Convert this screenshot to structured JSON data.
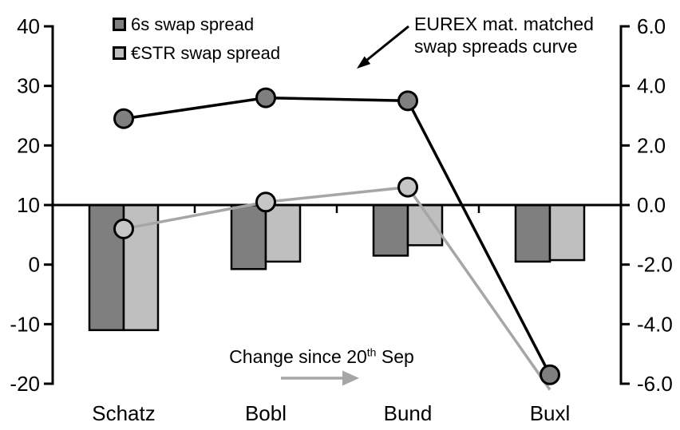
{
  "chart_data": {
    "type": "combo-bar-line",
    "categories": [
      "Schatz",
      "Bobl",
      "Bund",
      "Buxl"
    ],
    "left_axis": {
      "tick_labels": [
        "40",
        "30",
        "20",
        "10",
        "0",
        "-10",
        "-20"
      ],
      "min": -20,
      "max": 40,
      "baseline_value": 10
    },
    "right_axis": {
      "tick_labels": [
        "6.0",
        "4.0",
        "2.0",
        "0.0",
        "-2.0",
        "-4.0",
        "-6.0"
      ],
      "min": -6.0,
      "max": 6.0,
      "baseline_value": 0.0
    },
    "line_series": [
      {
        "name": "6s swap spread curve",
        "axis": "left",
        "color": "#000000",
        "marker_fill": "#7f7f7f",
        "values": [
          24.5,
          28,
          27.5,
          -18.5
        ],
        "markers_visible": [
          true,
          true,
          true,
          true
        ]
      },
      {
        "name": "ESTR swap spread curve",
        "axis": "left",
        "color": "#a6a6a6",
        "marker_fill": "#c6c6c6",
        "values": [
          6,
          10.5,
          13,
          -21
        ],
        "markers_visible": [
          true,
          true,
          true,
          false
        ]
      }
    ],
    "bar_series": [
      {
        "name": "6s swap spread",
        "axis": "right",
        "fill": "#7f7f7f",
        "values": [
          -4.2,
          -2.15,
          -1.7,
          -1.9
        ]
      },
      {
        "name": "€STR swap spread",
        "axis": "right",
        "fill": "#bfbfbf",
        "values": [
          -4.2,
          -1.9,
          -1.35,
          -1.85
        ]
      }
    ],
    "grid": false,
    "legend_position": "top-left"
  },
  "legend": {
    "items": [
      {
        "label": "6s swap spread",
        "color": "#7f7f7f"
      },
      {
        "label": "€STR swap spread",
        "color": "#bfbfbf"
      }
    ]
  },
  "annotations": {
    "curve_label": {
      "line1": "EUREX mat. matched",
      "line2": "swap spreads curve"
    },
    "change_label": {
      "prefix": "Change since 20",
      "sup": "th",
      "suffix": " Sep"
    }
  },
  "colors": {
    "axis": "#000000",
    "dark_series": "#7f7f7f",
    "light_series": "#bfbfbf",
    "gray_line": "#a6a6a6",
    "gray_arrow": "#a6a6a6"
  }
}
